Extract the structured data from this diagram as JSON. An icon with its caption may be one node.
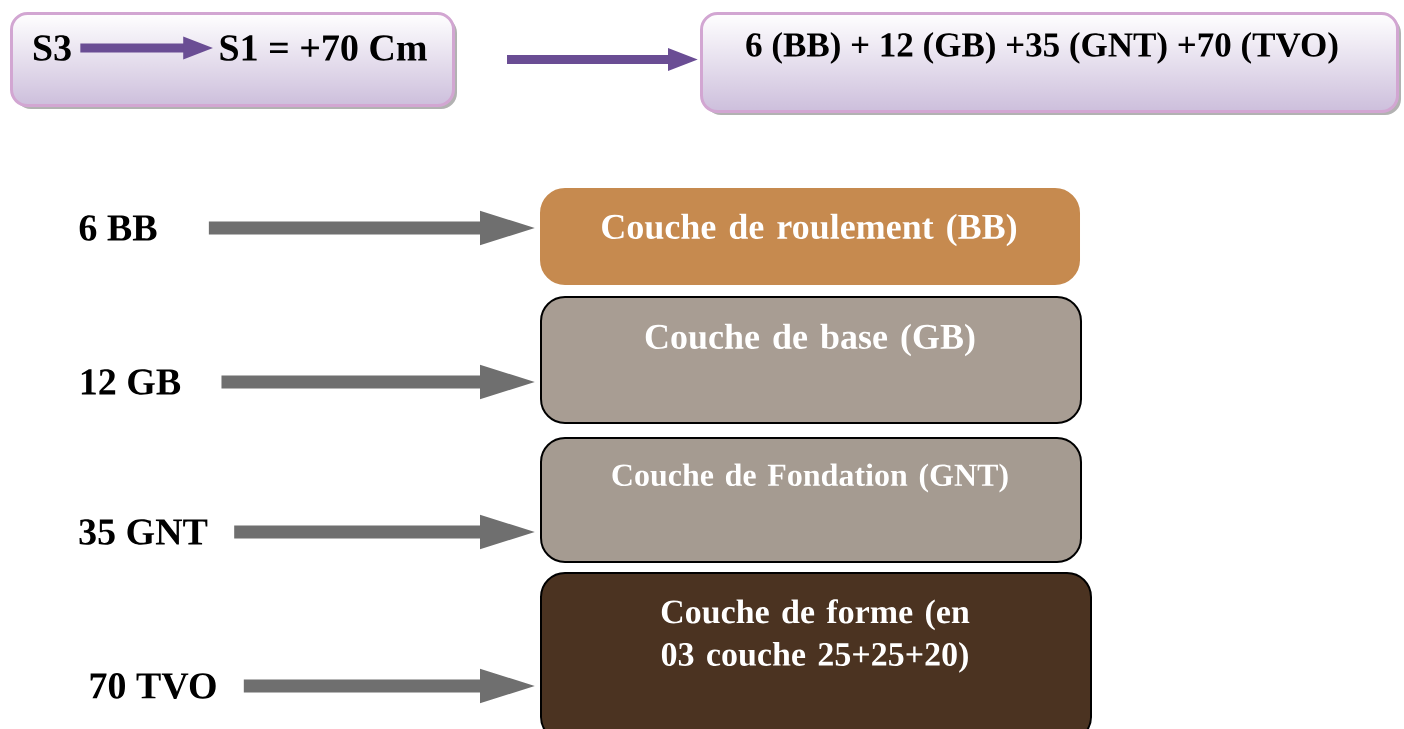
{
  "diagram": {
    "nodes": [
      {
        "text": [],
        "shape": "box"
      },
      {
        "text": [
          "S3"
        ],
        "in": 0
      },
      {
        "text": [
          "S1 = +70 Cm"
        ],
        "in": 0
      },
      {
        "text": [
          "6 (BB) + 12 (GB) +35 (GNT) +70 (TVO)"
        ]
      },
      {
        "text": [
          "6 BB"
        ]
      },
      {
        "text": [
          "12 GB"
        ]
      },
      {
        "text": [
          "35 GNT"
        ]
      },
      {
        "text": [
          "70 TVO"
        ]
      },
      {
        "text": [
          "Couche de roulement (BB)"
        ]
      },
      {
        "text": [
          "Couche de base (GB)"
        ]
      },
      {
        "text": [
          "Couche de Fondation (GNT)"
        ]
      },
      {
        "text": [
          "Couche de forme (en 03 couche 25+25+20)"
        ]
      }
    ],
    "edges": [
      {
        "from": 1,
        "to": 2,
        "arrow": "to",
        "color": "#6a4d94"
      },
      {
        "from": 0,
        "to": 3,
        "arrow": "to",
        "color": "#6a4d94"
      },
      {
        "from": 4,
        "to": 8,
        "arrow": "to"
      },
      {
        "from": 5,
        "to": 9,
        "arrow": "to"
      },
      {
        "from": 6,
        "to": 10,
        "arrow": "to"
      },
      {
        "from": 7,
        "to": 11,
        "arrow": "to"
      }
    ]
  }
}
